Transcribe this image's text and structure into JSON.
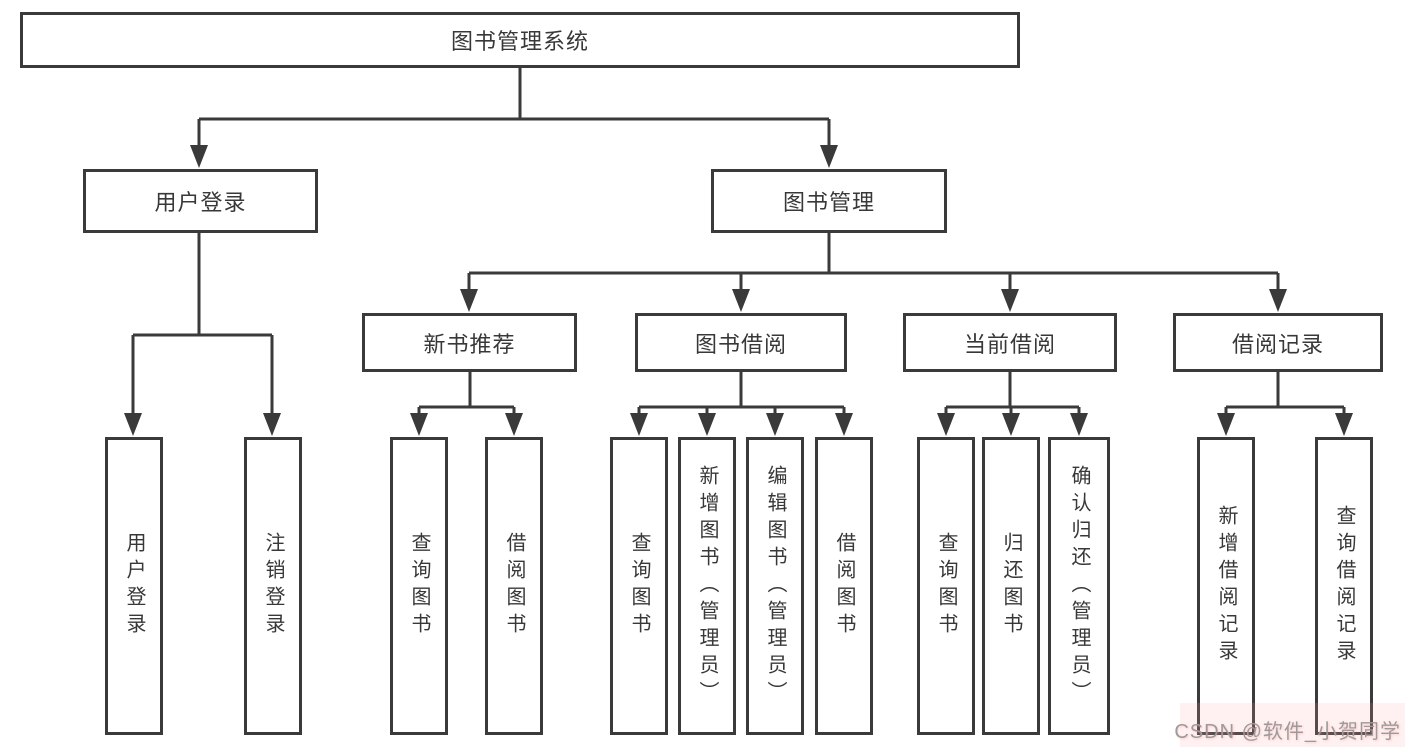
{
  "tree": {
    "root": {
      "label": "图书管理系统"
    },
    "branches": [
      {
        "label": "用户登录",
        "children": [
          {
            "label": "用户登录"
          },
          {
            "label": "注销登录"
          }
        ]
      },
      {
        "label": "图书管理",
        "groups": [
          {
            "label": "新书推荐",
            "children": [
              {
                "label": "查询图书"
              },
              {
                "label": "借阅图书"
              }
            ]
          },
          {
            "label": "图书借阅",
            "children": [
              {
                "label": "查询图书"
              },
              {
                "label": "新增图书（管理员）"
              },
              {
                "label": "编辑图书（管理员）"
              },
              {
                "label": "借阅图书"
              }
            ]
          },
          {
            "label": "当前借阅",
            "children": [
              {
                "label": "查询图书"
              },
              {
                "label": "归还图书"
              },
              {
                "label": "确认归还（管理员）"
              }
            ]
          },
          {
            "label": "借阅记录",
            "children": [
              {
                "label": "新增借阅记录"
              },
              {
                "label": "查询借阅记录"
              }
            ]
          }
        ]
      }
    ]
  },
  "watermark": {
    "text": "CSDN @软件_小贺同学"
  },
  "colors": {
    "line": "#3a3a3a",
    "text": "#383838",
    "watermark": "#9b9b9b",
    "bg": "#ffffff"
  }
}
